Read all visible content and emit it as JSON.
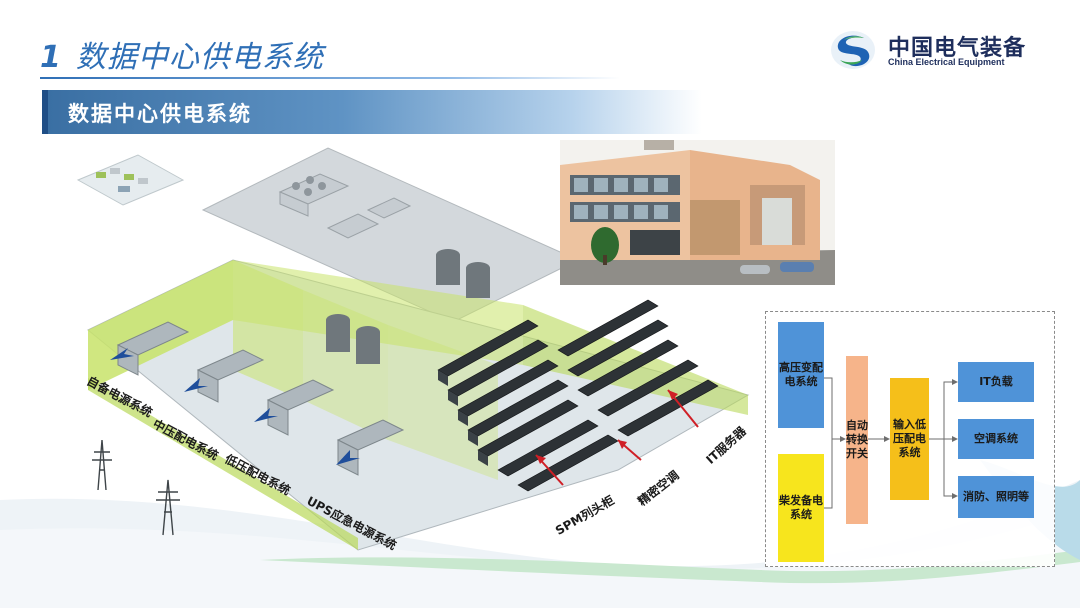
{
  "header": {
    "number": "1",
    "title": "数据中心供电系统"
  },
  "logo": {
    "name_cn": "中国电气装备",
    "name_en": "China Electrical Equipment"
  },
  "banner": {
    "title": "数据中心供电系统"
  },
  "illustration": {
    "labels": {
      "backup_power": "自备电源系统",
      "mv_distribution": "中压配电系统",
      "lv_distribution": "低压配电系统",
      "ups": "UPS应急电源系统",
      "spm": "SPM列头柜",
      "precision_ac": "精密空调",
      "it_server": "IT服务器"
    }
  },
  "flow": {
    "hv": "高压变配电系统",
    "diesel": "柴发备电系统",
    "ats": "自动转换开关",
    "lv_input": "输入低压配电系统",
    "it_load": "IT负载",
    "ac": "空调系统",
    "fire": "消防、照明等"
  },
  "colors": {
    "title_blue": "#2f6fb6",
    "box_blue": "#4f93d8",
    "box_yellow": "#f7e51d",
    "box_peach": "#f6b48a",
    "box_orange": "#f5bf1a",
    "room_green": "#c8e36a"
  }
}
